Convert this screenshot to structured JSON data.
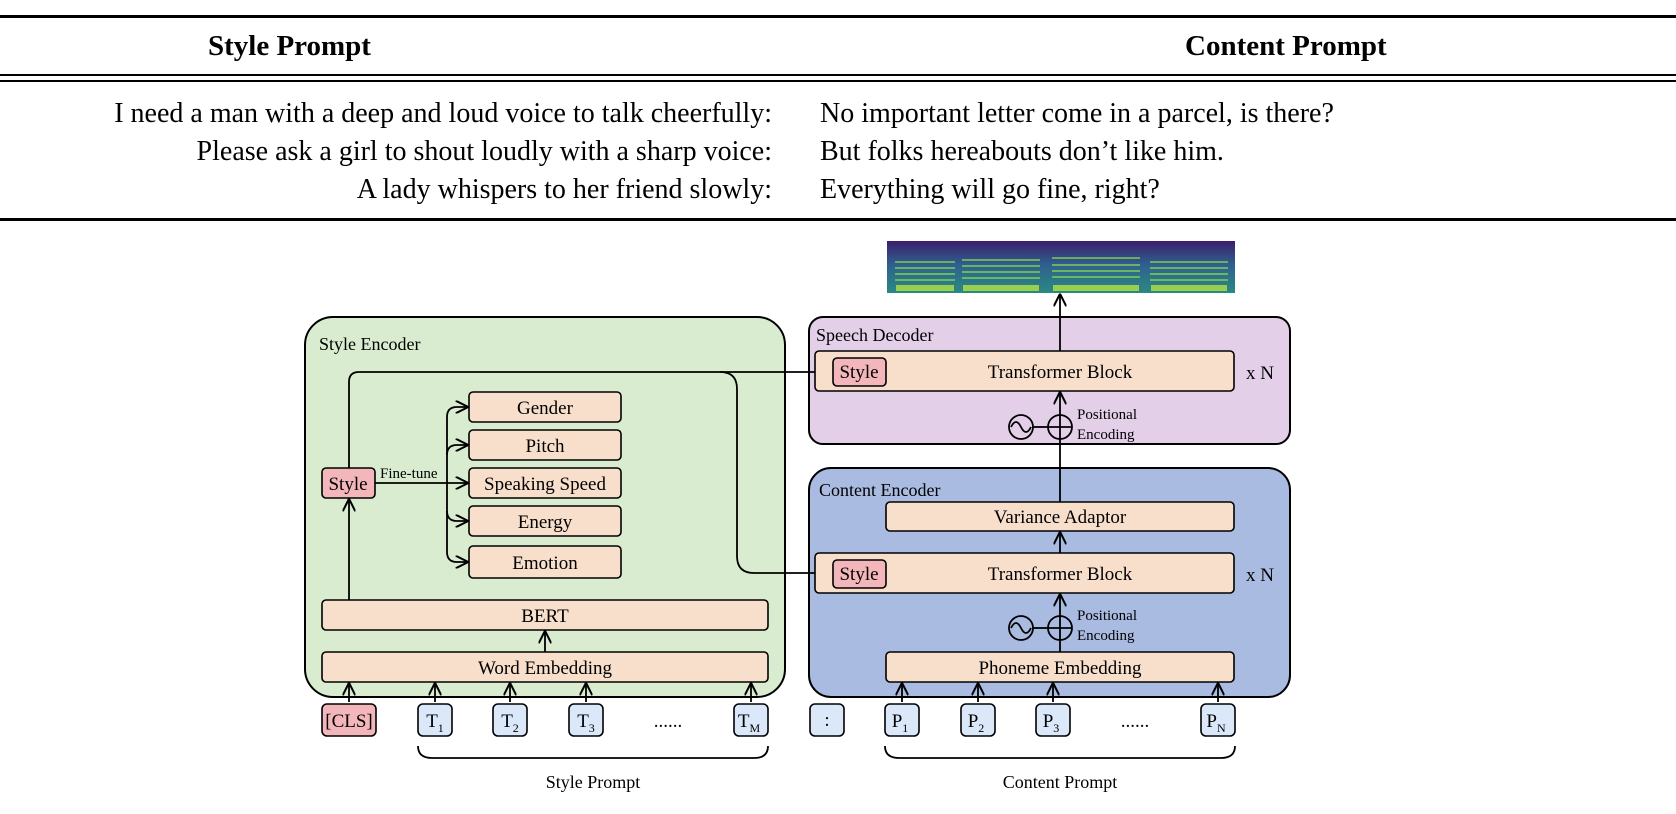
{
  "table": {
    "headers": {
      "style": "Style Prompt",
      "content": "Content Prompt"
    },
    "rows": [
      {
        "style": "I need a man with a deep and loud voice to talk cheerfully:",
        "content": "No important letter come in a parcel, is there?"
      },
      {
        "style": "Please ask a girl to shout loudly with a sharp voice:",
        "content": "But folks hereabouts don’t like him."
      },
      {
        "style": "A lady whispers to her friend slowly:",
        "content": "Everything will go fine, right?"
      }
    ]
  },
  "diagram": {
    "colors": {
      "style_encoder_bg": "#d9ecd0",
      "speech_decoder_bg": "#e3cfe8",
      "content_encoder_bg": "#a9bbe0",
      "block_fill": "#f7dfcc",
      "style_token_fill": "#f3b6bb",
      "token_fill": "#dbe8f9"
    },
    "style_encoder": {
      "title": "Style Encoder",
      "style_token": "Style",
      "finetune_label": "Fine-tune",
      "attributes": [
        "Gender",
        "Pitch",
        "Speaking Speed",
        "Energy",
        "Emotion"
      ],
      "bert": "BERT",
      "word_embedding": "Word Embedding"
    },
    "speech_decoder": {
      "title": "Speech Decoder",
      "style_tag": "Style",
      "block": "Transformer Block",
      "repeat": "x N",
      "positional_1": "Positional",
      "positional_2": "Encoding"
    },
    "content_encoder": {
      "title": "Content Encoder",
      "variance": "Variance Adaptor",
      "style_tag": "Style",
      "block": "Transformer Block",
      "repeat": "x N",
      "positional_1": "Positional",
      "positional_2": "Encoding",
      "phoneme_embedding": "Phoneme Embedding"
    },
    "style_tokens": {
      "cls": "[CLS]",
      "tokens": [
        {
          "base": "T",
          "sub": "1"
        },
        {
          "base": "T",
          "sub": "2"
        },
        {
          "base": "T",
          "sub": "3"
        },
        {
          "base": "T",
          "sub": "M"
        }
      ],
      "ellipsis": "......",
      "brace_label": "Style Prompt"
    },
    "content_tokens": {
      "sep": ":",
      "tokens": [
        {
          "base": "P",
          "sub": "1"
        },
        {
          "base": "P",
          "sub": "2"
        },
        {
          "base": "P",
          "sub": "3"
        },
        {
          "base": "P",
          "sub": "N"
        }
      ],
      "ellipsis": "......",
      "brace_label": "Content Prompt"
    }
  }
}
